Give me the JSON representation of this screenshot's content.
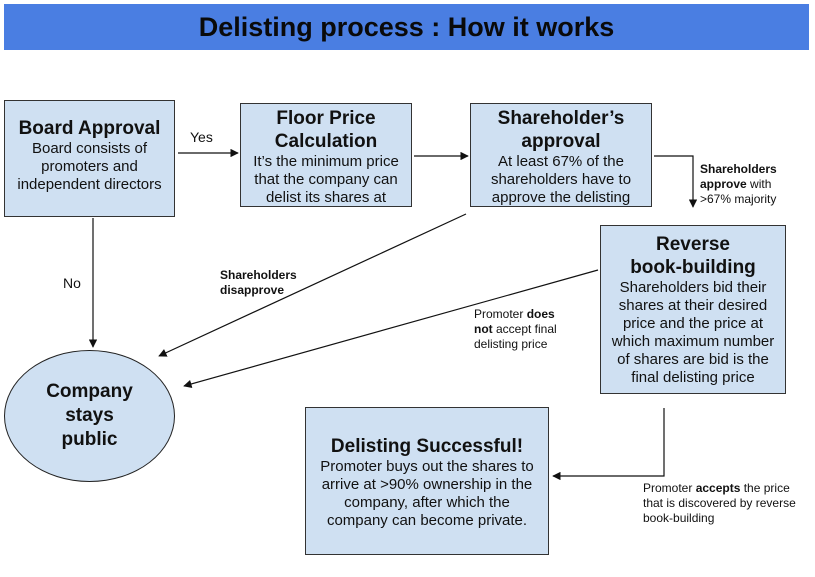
{
  "title": "Delisting process : How it works",
  "nodes": {
    "board": {
      "title": "Board Approval",
      "body": "Board consists of promoters and independent directors"
    },
    "floor": {
      "title": "Floor Price Calculation",
      "body": "It’s the minimum price that the company can delist its shares at"
    },
    "shareholder": {
      "title": "Shareholder’s approval",
      "body": "At least 67% of the shareholders have to approve the delisting"
    },
    "reverse": {
      "title": "Reverse book-building",
      "body": "Shareholders bid their shares at their desired price and the price at which maximum number of shares are bid is the final delisting price"
    },
    "success": {
      "title": "Delisting Successful!",
      "body": "Promoter buys out the shares to arrive at >90% ownership in the company, after which the company can become private."
    },
    "public": {
      "label": "Company stays public"
    }
  },
  "edge_labels": {
    "yes": "Yes",
    "no": "No",
    "approve": {
      "bold": "Shareholders approve",
      "rest": " with >67% majority"
    },
    "disapprove": "Shareholders disapprove",
    "not_accept": {
      "pre": "Promoter ",
      "bold": "does not",
      "rest": " accept final delisting price"
    },
    "accepts": {
      "pre": "Promoter ",
      "bold": "accepts",
      "rest": " the price that is discovered by reverse book-building"
    }
  }
}
